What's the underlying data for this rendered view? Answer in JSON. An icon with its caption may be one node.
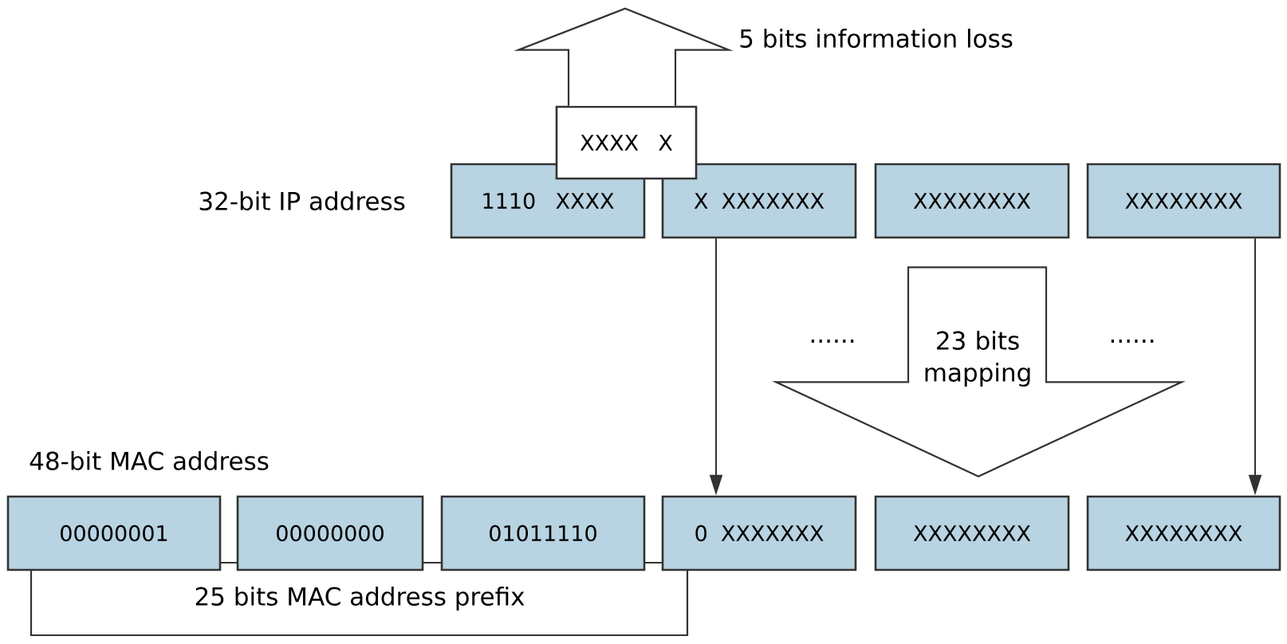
{
  "diagram": {
    "nodes": [
      {
        "text": [
          "1110",
          "XXXX"
        ]
      },
      {
        "text": [
          "X",
          "XXXXXXX"
        ]
      },
      {
        "text": [
          "XXXXXXXX"
        ]
      },
      {
        "text": [
          "XXXXXXXX"
        ]
      },
      {
        "text": [
          "XXXX",
          "X"
        ]
      },
      {
        "text": [
          "00000001"
        ]
      },
      {
        "text": [
          "00000000"
        ]
      },
      {
        "text": [
          "01011110"
        ]
      },
      {
        "text": [
          "0",
          "XXXXXXX"
        ]
      },
      {
        "text": [
          "XXXXXXXX"
        ]
      },
      {
        "text": [
          "XXXXXXXX"
        ]
      }
    ],
    "edges": [
      {
        "from": 1,
        "to": 8,
        "arrow": "to"
      },
      {
        "from": 3,
        "to": 10,
        "arrow": "to"
      },
      {
        "from": 2,
        "to": 9,
        "arrow": "to",
        "label": "23 bits mapping"
      },
      {
        "from": 4,
        "to": null,
        "arrow": "to",
        "label": "5 bits information loss"
      }
    ],
    "labels": [
      "32-bit IP address",
      "......",
      "......",
      "48-bit MAC address",
      "25 bits MAC address prefix"
    ]
  }
}
